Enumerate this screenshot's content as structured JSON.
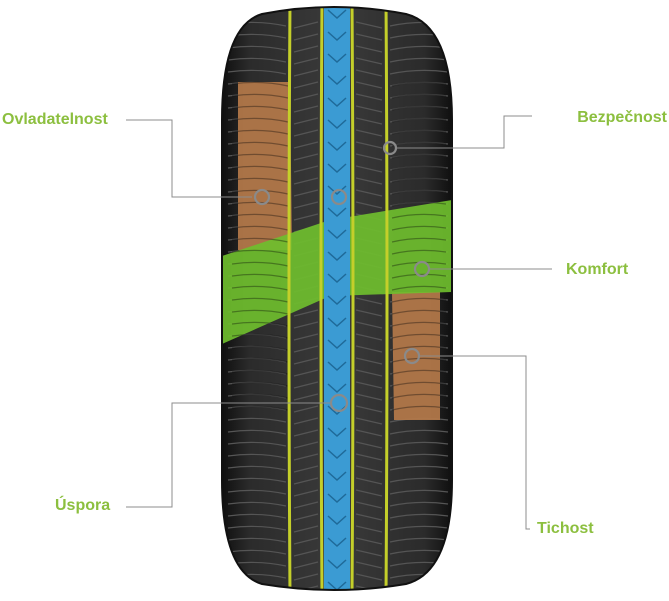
{
  "labels": {
    "ovladatelnost": "Ovladatelnost",
    "bezpecnost": "Bezpečnost",
    "komfort": "Komfort",
    "uspora": "Úspora",
    "tichost": "Tichost"
  },
  "colors": {
    "label_text": "#8cbf3f",
    "leader_line": "#8c8c8c",
    "tire_body": "#2a2a2a",
    "groove": "#c4cf2a",
    "center_rib": "#3b9bd3",
    "handling_zone": "#b5794a",
    "comfort_zone": "#6fbe2e",
    "marker_ring": "#8a8a8a"
  }
}
